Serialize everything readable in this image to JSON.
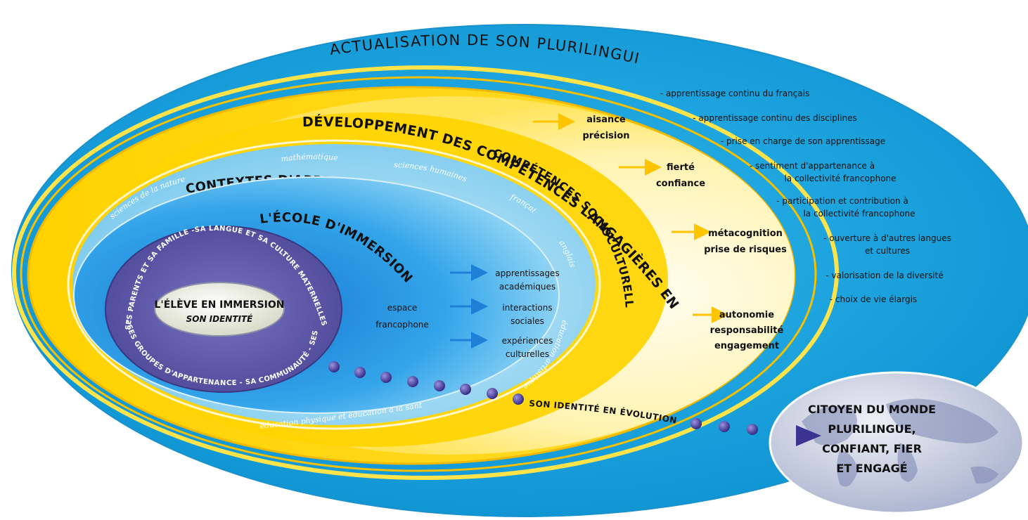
{
  "outer": {
    "title": "ACTUALISATION DE SON PLURILINGUISME"
  },
  "outcomes": [
    "- apprentissage continu du français",
    "- apprentissage continu des disciplines",
    "- prise en charge de son apprentissage",
    "- sentiment d'appartenance à",
    "la collectivité francophone",
    "- participation et contribution à",
    "la collectivité francophone",
    "- ouverture à d'autres langues",
    "et cultures",
    "- valorisation de la diversité",
    "- choix de vie élargis"
  ],
  "language": {
    "title": "DÉVELOPPEMENT DES COMPÉTENCES LANGAGIÈRES EN FRANÇAIS",
    "socio": "COMPÉTENCES SOCIOCULTURELLES",
    "qualities": [
      [
        "aisance",
        "précision"
      ],
      [
        "fierté",
        "confiance"
      ],
      [
        "métacognition",
        "prise de risques"
      ],
      [
        "autonomie",
        "responsabilité",
        "engagement"
      ]
    ]
  },
  "contexts": {
    "title": "CONTEXTES D'APPRENTISSAGE RICHES ET VARIÉS",
    "disciplines": {
      "nature": "sciences de la nature",
      "maths": "mathématiques",
      "humaines": "sciences humaines",
      "francais": "français",
      "anglais": "anglais",
      "arts": "éducation artistique",
      "sante": "éducation physique et éducation à la santé"
    }
  },
  "school": {
    "title": "L'ÉCOLE D'IMMERSION",
    "space": [
      "espace",
      "francophone"
    ],
    "outputs": [
      [
        "apprentissages",
        "académiques"
      ],
      [
        "interactions",
        "sociales"
      ],
      [
        "expériences",
        "culturelles"
      ]
    ]
  },
  "student": {
    "ring_top": "SES PARENTS ET SA FAMILLE -SA LANGUE ET SA CULTURE MATERNELLES",
    "ring_bottom": "- SES GROUPES D'APPARTENANCE - SA COMMUNAUTÉ - SES AMIS -",
    "title": "L'ÉLÈVE EN IMMERSION",
    "subtitle": "SON IDENTITÉ"
  },
  "evolution": "SON IDENTITÉ EN ÉVOLUTION",
  "citizen": [
    "CITOYEN DU MONDE",
    "PLURILINGUE,",
    "CONFIANT, FIER",
    "ET ENGAGÉ"
  ],
  "colors": {
    "outer_blue": "#1aa6e0",
    "yellow": "#ffd400",
    "cream": "#fff6c8",
    "light_blue": "#8fd2f0",
    "school_blue": "#1f88d8",
    "student_purple": "#5a56a6",
    "student_center": "#e8ead8",
    "globe": "#c9d0e6",
    "dot": "#4a3f9a"
  }
}
